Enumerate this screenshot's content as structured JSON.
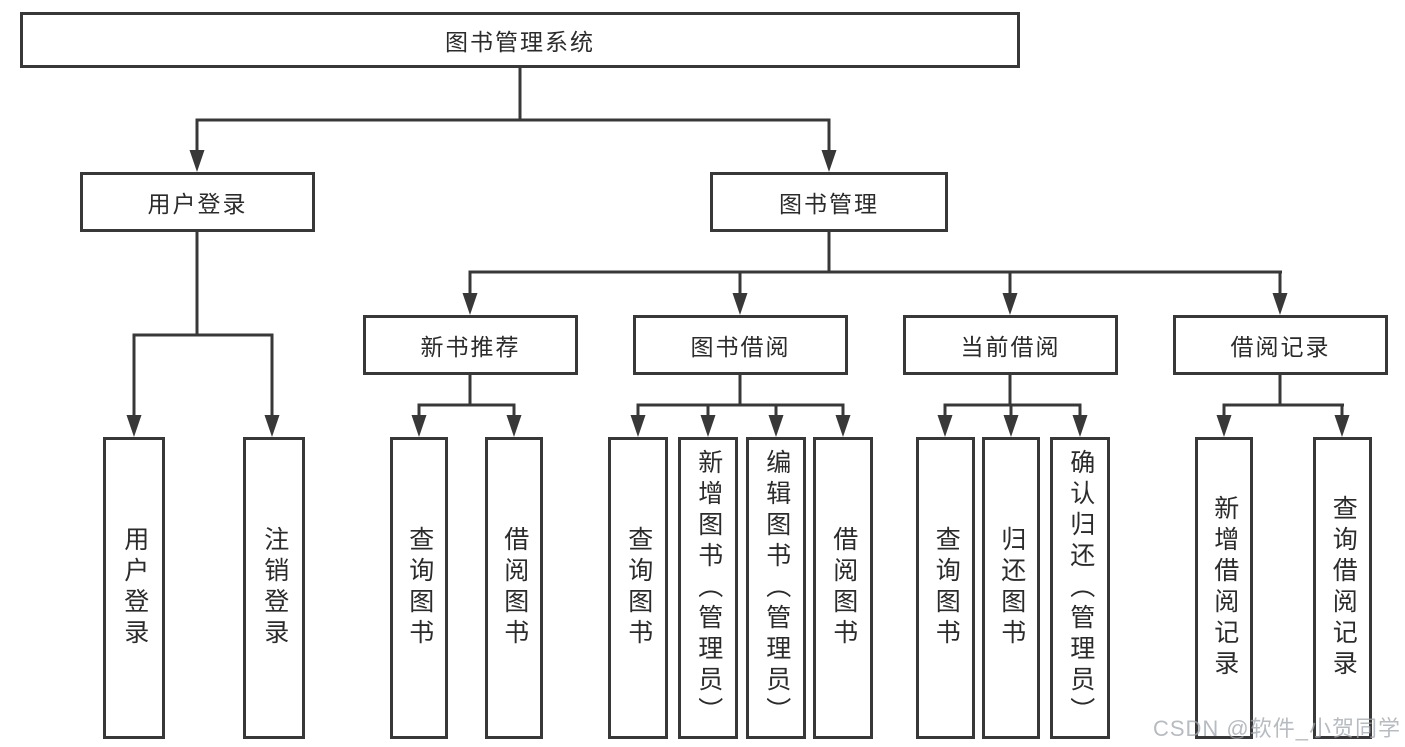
{
  "tree": {
    "label": "图书管理系统",
    "children": [
      {
        "label": "用户登录",
        "children": [
          {
            "label": "用户登录"
          },
          {
            "label": "注销登录"
          }
        ]
      },
      {
        "label": "图书管理",
        "children": [
          {
            "label": "新书推荐",
            "children": [
              {
                "label": "查询图书"
              },
              {
                "label": "借阅图书"
              }
            ]
          },
          {
            "label": "图书借阅",
            "children": [
              {
                "label": "查询图书"
              },
              {
                "label": "新增图书（管理员）"
              },
              {
                "label": "编辑图书（管理员）"
              },
              {
                "label": "借阅图书"
              }
            ]
          },
          {
            "label": "当前借阅",
            "children": [
              {
                "label": "查询图书"
              },
              {
                "label": "归还图书"
              },
              {
                "label": "确认归还（管理员）"
              }
            ]
          },
          {
            "label": "借阅记录",
            "children": [
              {
                "label": "新增借阅记录"
              },
              {
                "label": "查询借阅记录"
              }
            ]
          }
        ]
      }
    ]
  },
  "watermark": {
    "text": "CSDN @软件_小贺同学"
  },
  "colors": {
    "line": "#383838",
    "box_border": "#383838",
    "text": "#2b2b2b",
    "watermark": "#9ea6ad",
    "background": "#ffffff"
  }
}
